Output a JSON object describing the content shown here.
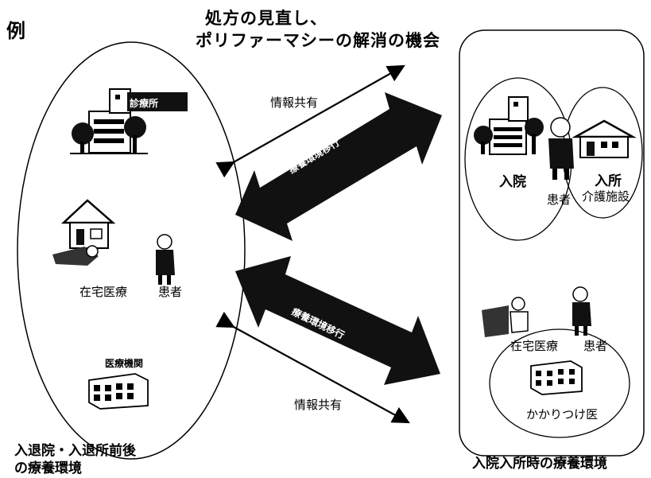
{
  "example_label": "例",
  "title_line1": "処方の見直し、",
  "title_line2": "ポリファーマシーの解消の機会",
  "left": {
    "clinic": "診療所",
    "home_care": "在宅医療",
    "patient": "患者",
    "med_institution": "医療機関",
    "caption_line1": "入退院・入退所前後",
    "caption_line2": "の療養環境"
  },
  "middle": {
    "info_top": "情報共有",
    "info_bottom": "情報共有",
    "transition_top": "療養環境移行",
    "transition_bottom": "療養環境移行"
  },
  "right": {
    "admission": "入院",
    "facility_line1": "入所",
    "facility_line2": "介護施設",
    "patient_top": "患者",
    "home_care": "在宅医療",
    "patient_bottom": "患者",
    "family_doctor": "かかりつけ医",
    "caption": "入院入所時の療養環境"
  }
}
